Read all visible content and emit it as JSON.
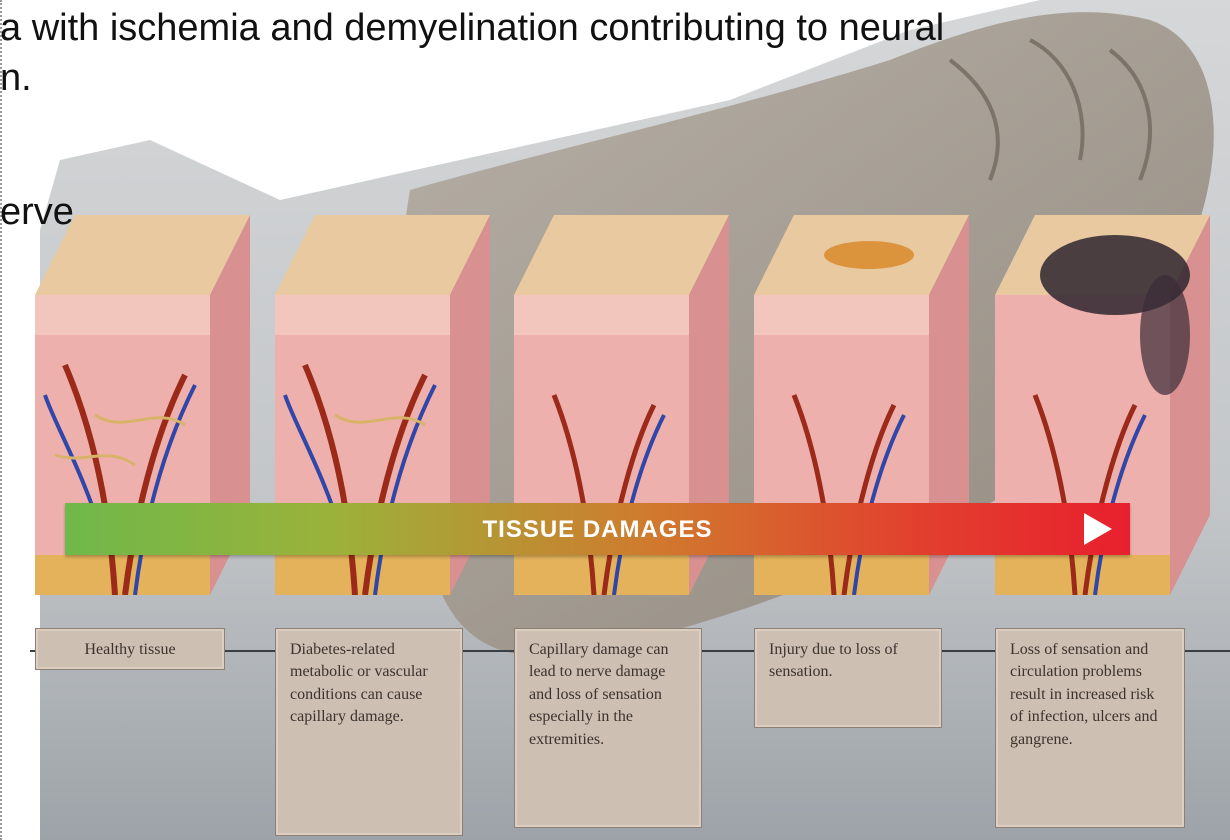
{
  "slide": {
    "line1": "a with ischemia and demyelination contributing to neural",
    "line2": "n.",
    "line3": "erve"
  },
  "figure": {
    "bar_label": "TISSUE DAMAGES",
    "captions": [
      "Healthy tissue",
      "Diabetes-related metabolic or vascular conditions can cause capillary damage.",
      "Capillary damage can lead to nerve damage and loss of sensation especially in the extremities.",
      "Injury due to loss of sensation.",
      "Loss of sensation and circulation problems result in increased risk of infection, ulcers and gangrene."
    ]
  },
  "colors": {
    "bar_start": "#6fb84a",
    "bar_end": "#e8202e",
    "skin_top": "#e9c9a0",
    "skin_side": "#e8a3a3",
    "vein": "#3046a8",
    "artery": "#9b2a1a",
    "nerve": "#d9b36a",
    "caption_bg": "#cdbfb2"
  }
}
